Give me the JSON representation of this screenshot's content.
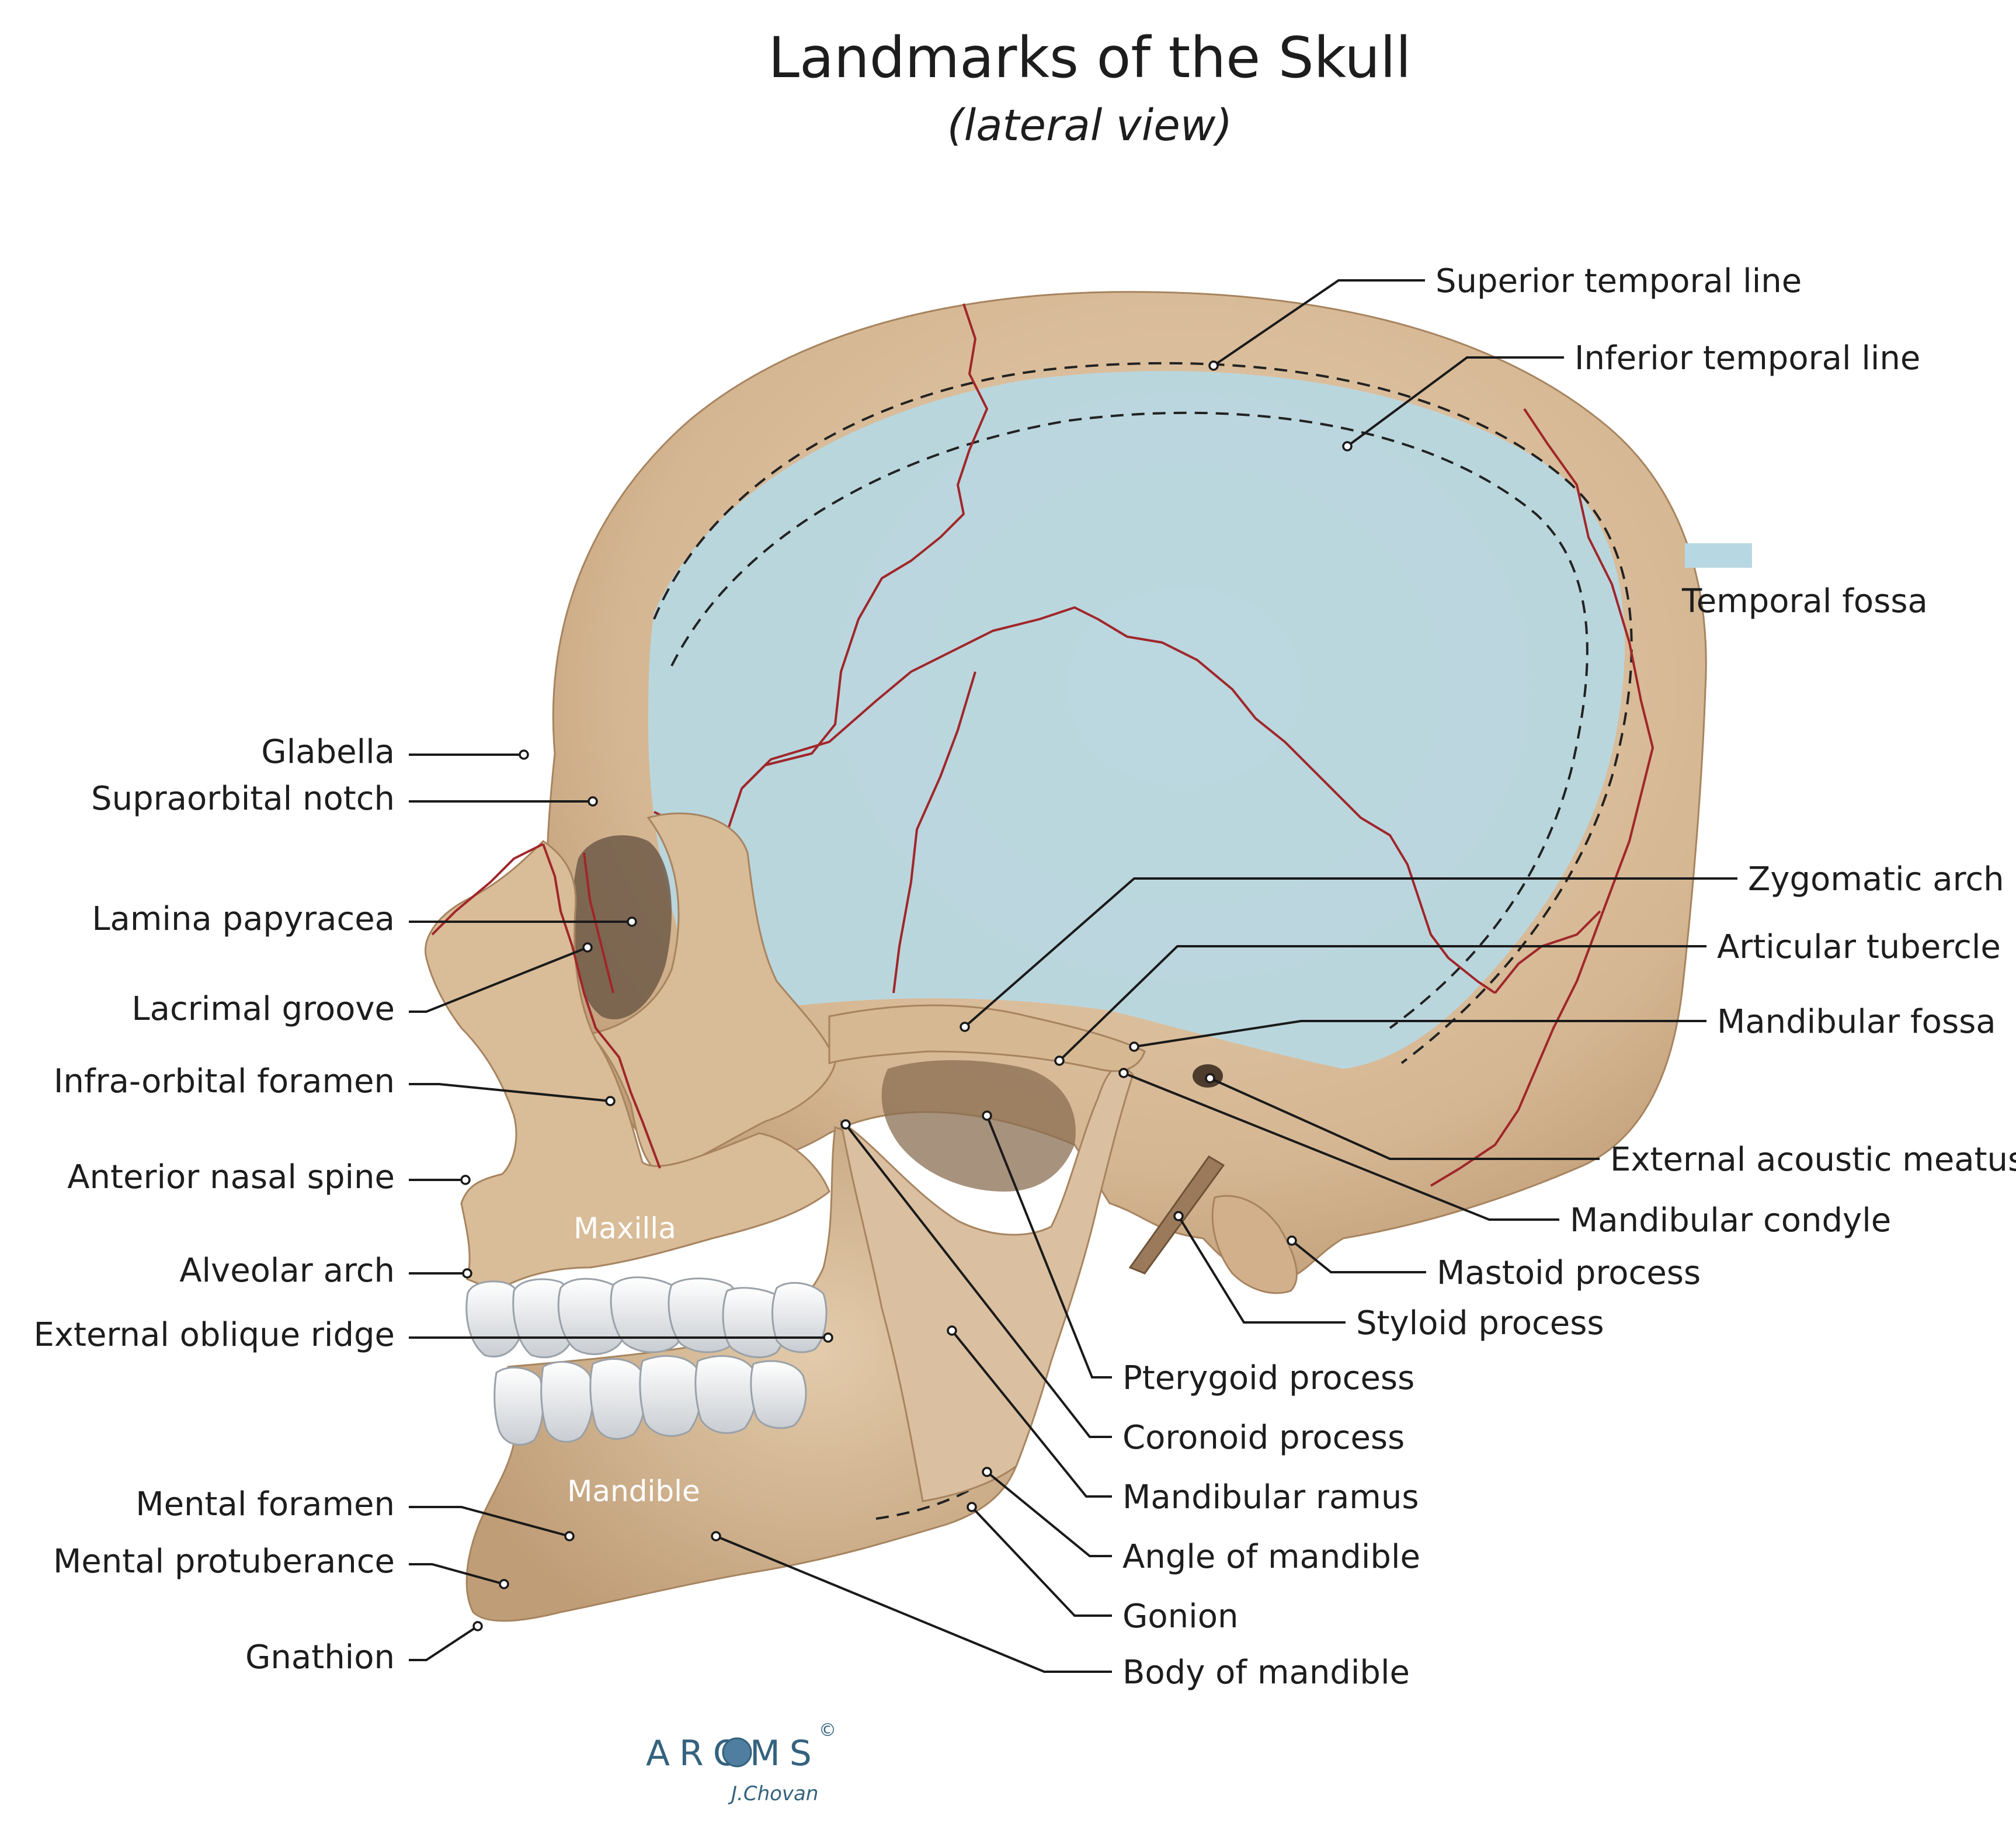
{
  "title": "Landmarks of the Skull",
  "subtitle": "(lateral view)",
  "legend": {
    "label": "Temporal fossa",
    "color": "#b7d8e3"
  },
  "bone_labels": {
    "maxilla": "Maxilla",
    "mandible": "Mandible"
  },
  "labels_left": {
    "glabella": "Glabella",
    "supraorbital_notch": "Supraorbital notch",
    "lamina_papyracea": "Lamina papyracea",
    "lacrimal_groove": "Lacrimal groove",
    "infraorbital_foramen": "Infra-orbital foramen",
    "anterior_nasal_spine": "Anterior nasal spine",
    "alveolar_arch": "Alveolar arch",
    "external_oblique_ridge": "External oblique ridge",
    "mental_foramen": "Mental foramen",
    "mental_protuberance": "Mental protuberance",
    "gnathion": "Gnathion"
  },
  "labels_right": {
    "superior_temporal_line": "Superior temporal line",
    "inferior_temporal_line": "Inferior temporal line",
    "zygomatic_arch": "Zygomatic arch",
    "articular_tubercle": "Articular tubercle",
    "mandibular_fossa": "Mandibular fossa",
    "external_acoustic_meatus": "External acoustic meatus",
    "mandibular_condyle": "Mandibular condyle",
    "mastoid_process": "Mastoid process",
    "styloid_process": "Styloid process",
    "pterygoid_process": "Pterygoid process",
    "coronoid_process": "Coronoid process",
    "mandibular_ramus": "Mandibular ramus",
    "angle_of_mandible": "Angle of mandible",
    "gonion": "Gonion",
    "body_of_mandible": "Body of mandible"
  },
  "logo": {
    "text": "AROMS",
    "copyright": "©",
    "signature": "J.Chovan"
  },
  "colors": {
    "bone": "#dcc09f",
    "bone_dark": "#b69572",
    "fossa": "#b7d8e3",
    "suture": "#a0262a",
    "teeth": "#eef0f2",
    "logo": "#34627e"
  }
}
